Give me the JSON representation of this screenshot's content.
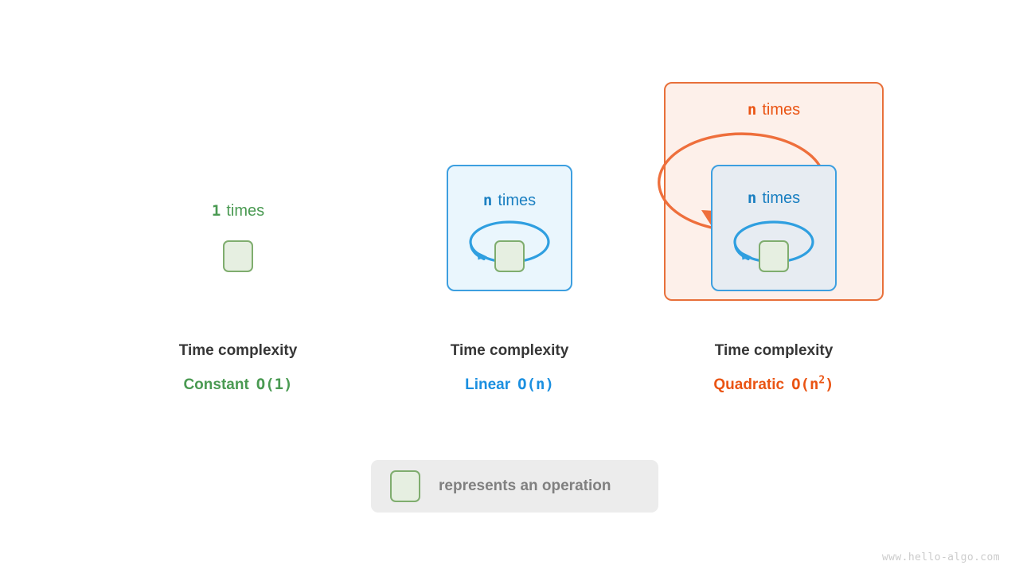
{
  "diagram": {
    "title_text": "Time complexity",
    "colors": {
      "green": "#4a9a52",
      "blue": "#1a8fe0",
      "orange": "#ea5413",
      "green_box_fill": "#e6efe1",
      "green_box_border": "#7fad6e",
      "blue_panel_fill": "#eaf6fd",
      "blue_panel_border": "#3d9fe0",
      "blue_inner_fill": "#e7ecf2",
      "orange_panel_fill": "#fdf0ea",
      "orange_panel_border": "#e8703a",
      "caption_title": "#363636",
      "legend_bg": "#ececec",
      "legend_text": "#808080",
      "watermark": "#cccccc"
    },
    "panels": [
      {
        "id": "constant",
        "loop_label_count": "1",
        "loop_label_word": "times",
        "caption_title": "Time complexity",
        "caption_name": "Constant",
        "caption_bigo": "O(1)",
        "caption_bigo_base": "O(1)",
        "caption_bigo_sup": ""
      },
      {
        "id": "linear",
        "loop_label_count": "n",
        "loop_label_word": "times",
        "caption_title": "Time complexity",
        "caption_name": "Linear",
        "caption_bigo": "O(n)",
        "caption_bigo_base": "O(n)",
        "caption_bigo_sup": ""
      },
      {
        "id": "quadratic",
        "outer_label_count": "n",
        "outer_label_word": "times",
        "inner_label_count": "n",
        "inner_label_word": "times",
        "caption_title": "Time complexity",
        "caption_name": "Quadratic",
        "caption_bigo": "O(n2)",
        "caption_bigo_open": "O(n",
        "caption_bigo_sup": "2",
        "caption_bigo_close": ")"
      }
    ],
    "legend": {
      "text": "represents an operation",
      "swatch_name": "operation-box"
    },
    "watermark": "www.hello-algo.com"
  }
}
